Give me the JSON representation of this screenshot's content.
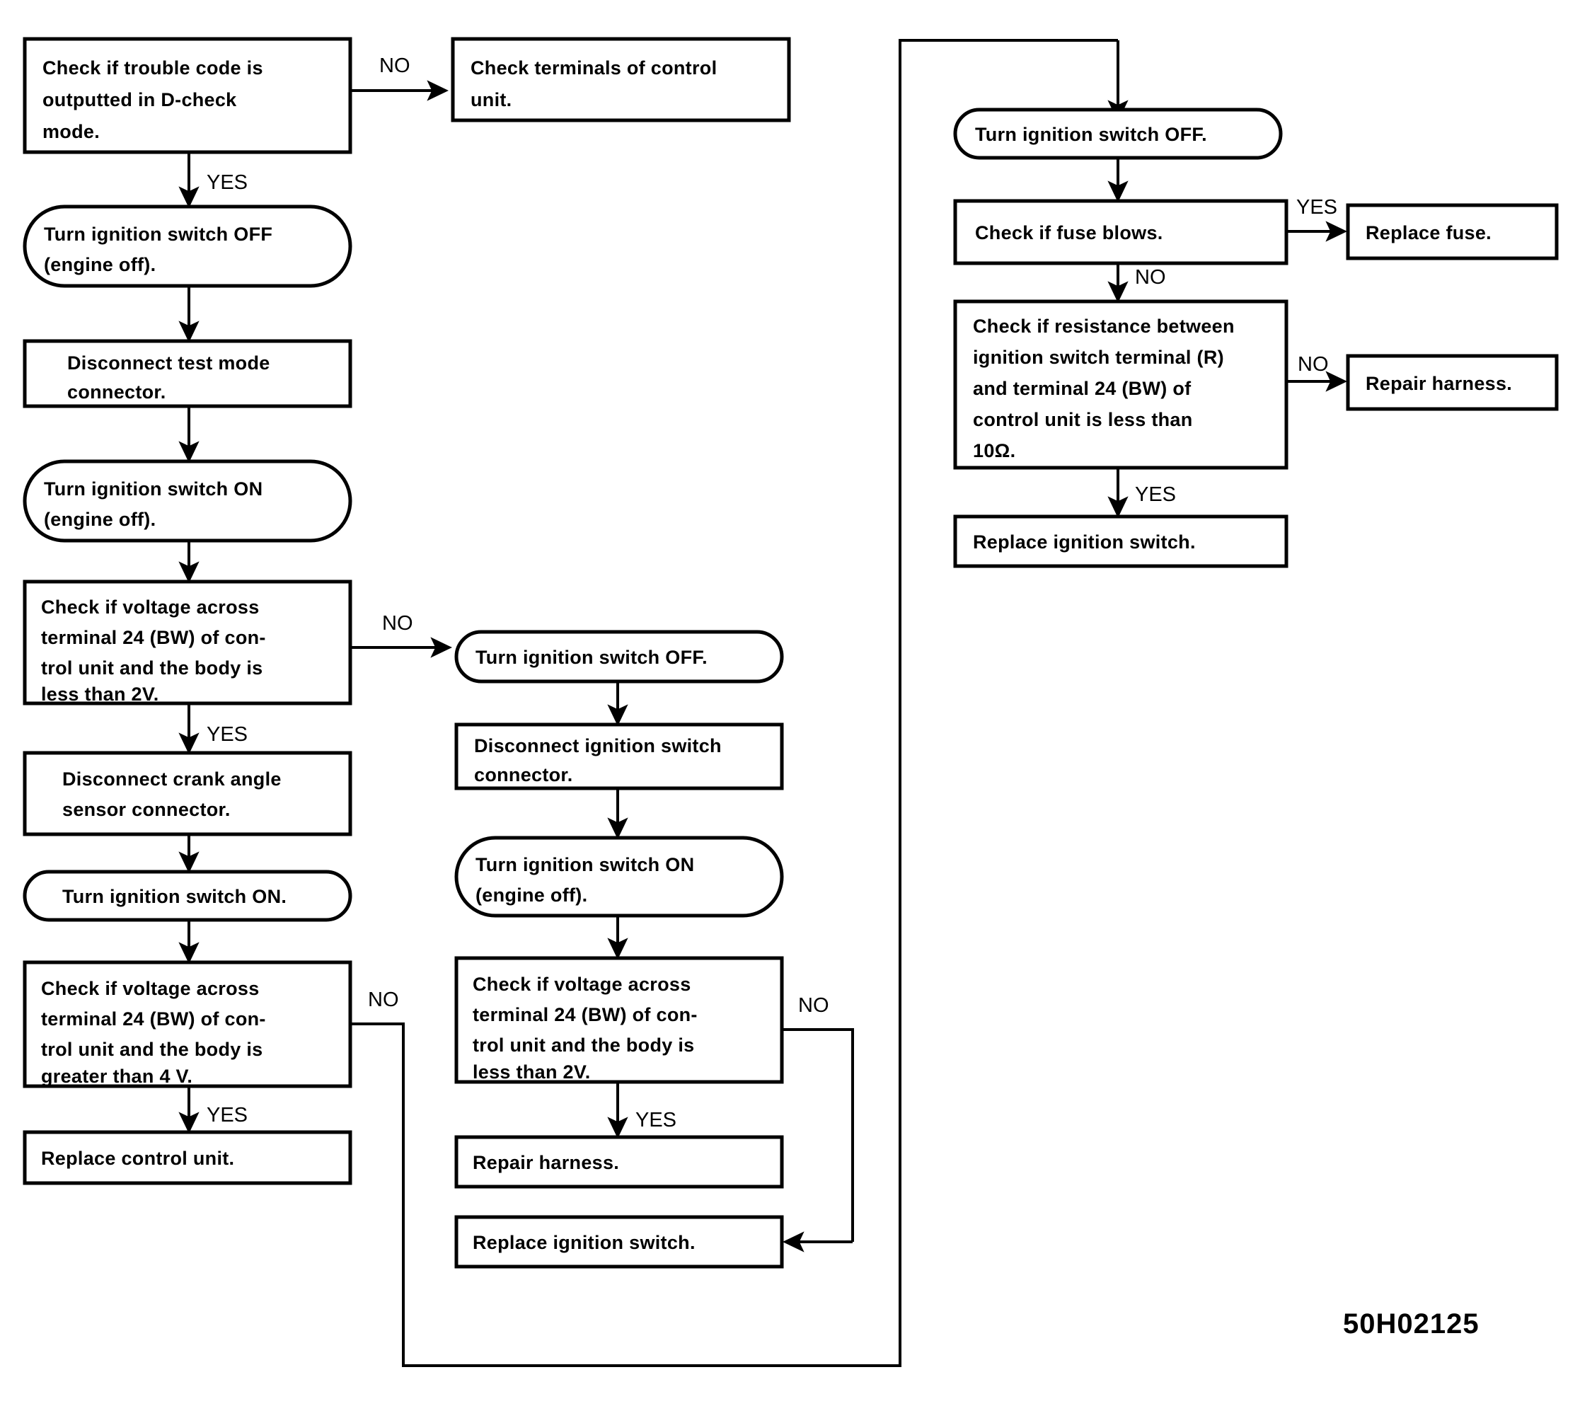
{
  "diagram": {
    "type": "troubleshooting-flowchart",
    "figure_code": "50H02125",
    "decision_labels": {
      "yes": "YES",
      "no": "NO"
    },
    "nodes": [
      {
        "id": "n1",
        "shape": "rect",
        "text": "Check if trouble code is outputted in D-check mode."
      },
      {
        "id": "n2",
        "shape": "rect",
        "text": "Check terminals of control unit."
      },
      {
        "id": "n3",
        "shape": "stadium",
        "text": "Turn ignition switch OFF (engine off)."
      },
      {
        "id": "n4",
        "shape": "rect",
        "text": "Disconnect test mode connector."
      },
      {
        "id": "n5",
        "shape": "stadium",
        "text": "Turn ignition switch ON (engine off)."
      },
      {
        "id": "n6",
        "shape": "rect",
        "text": "Check if voltage across terminal 24 (BW) of control unit and the body is less than 2V."
      },
      {
        "id": "n7",
        "shape": "rect",
        "text": "Disconnect crank angle sensor connector."
      },
      {
        "id": "n8",
        "shape": "stadium",
        "text": "Turn ignition switch ON."
      },
      {
        "id": "n9",
        "shape": "rect",
        "text": "Check if voltage across terminal 24 (BW) of control unit and the body is greater than 4 V."
      },
      {
        "id": "n10",
        "shape": "rect",
        "text": "Replace control unit."
      },
      {
        "id": "n11",
        "shape": "stadium",
        "text": "Turn ignition switch OFF."
      },
      {
        "id": "n12",
        "shape": "rect",
        "text": "Disconnect ignition switch connector."
      },
      {
        "id": "n13",
        "shape": "stadium",
        "text": "Turn ignition switch ON (engine off)."
      },
      {
        "id": "n14",
        "shape": "rect",
        "text": "Check if voltage across terminal 24 (BW) of control unit and the body is less than 2V."
      },
      {
        "id": "n15",
        "shape": "rect",
        "text": "Repair harness."
      },
      {
        "id": "n16",
        "shape": "rect",
        "text": "Replace ignition switch."
      },
      {
        "id": "n17",
        "shape": "stadium",
        "text": "Turn ignition switch OFF."
      },
      {
        "id": "n18",
        "shape": "rect",
        "text": "Check if fuse blows."
      },
      {
        "id": "n19",
        "shape": "rect",
        "text": "Replace fuse."
      },
      {
        "id": "n20",
        "shape": "rect",
        "text": "Check if resistance between ignition switch terminal (R) and terminal 24 (BW) of control unit is less than 10Ω."
      },
      {
        "id": "n21",
        "shape": "rect",
        "text": "Repair harness."
      },
      {
        "id": "n22",
        "shape": "rect",
        "text": "Replace ignition switch."
      }
    ],
    "node_lines": {
      "n1": [
        "Check if trouble code is",
        "outputted in D-check",
        "mode."
      ],
      "n2": [
        "Check terminals of control",
        "unit."
      ],
      "n3": [
        "Turn ignition switch OFF",
        "(engine off)."
      ],
      "n4": [
        "Disconnect test mode",
        "connector."
      ],
      "n5": [
        "Turn ignition switch ON",
        "(engine off)."
      ],
      "n6": [
        "Check if voltage across",
        "terminal 24 (BW) of con-",
        "trol unit and the body is",
        "less than 2V."
      ],
      "n7": [
        "Disconnect crank angle",
        "sensor connector."
      ],
      "n8": [
        "Turn ignition switch ON."
      ],
      "n9": [
        "Check if voltage across",
        "terminal 24 (BW) of con-",
        "trol unit and the body is",
        "greater than 4 V."
      ],
      "n10": [
        "Replace control unit."
      ],
      "n11": [
        "Turn ignition switch OFF."
      ],
      "n12": [
        "Disconnect ignition switch",
        "connector."
      ],
      "n13": [
        "Turn ignition switch ON",
        "(engine off)."
      ],
      "n14": [
        "Check if voltage across",
        "terminal 24 (BW) of con-",
        "trol unit and the body is",
        "less than 2V."
      ],
      "n15": [
        "Repair harness."
      ],
      "n16": [
        "Replace ignition switch."
      ],
      "n17": [
        "Turn ignition switch OFF."
      ],
      "n18": [
        "Check if fuse blows."
      ],
      "n19": [
        "Replace fuse."
      ],
      "n20": [
        "Check if resistance between",
        "ignition switch terminal (R)",
        "and terminal 24 (BW) of",
        "control unit is less than",
        "10Ω."
      ],
      "n21": [
        "Repair harness."
      ],
      "n22": [
        "Replace ignition switch."
      ]
    },
    "edge_labels": [
      {
        "id": "e1",
        "text": "NO",
        "from": "n1",
        "to": "n2"
      },
      {
        "id": "e2",
        "text": "YES",
        "from": "n1",
        "to": "n3"
      },
      {
        "id": "e3",
        "text": "NO",
        "from": "n6",
        "to": "n11"
      },
      {
        "id": "e4",
        "text": "YES",
        "from": "n6",
        "to": "n7"
      },
      {
        "id": "e5",
        "text": "NO",
        "from": "n9",
        "to": "n17"
      },
      {
        "id": "e6",
        "text": "YES",
        "from": "n9",
        "to": "n10"
      },
      {
        "id": "e7",
        "text": "NO",
        "from": "n14",
        "to": "n16"
      },
      {
        "id": "e8",
        "text": "YES",
        "from": "n14",
        "to": "n15"
      },
      {
        "id": "e9",
        "text": "YES",
        "from": "n18",
        "to": "n19"
      },
      {
        "id": "e10",
        "text": "NO",
        "from": "n18",
        "to": "n20"
      },
      {
        "id": "e11",
        "text": "NO",
        "from": "n20",
        "to": "n21"
      },
      {
        "id": "e12",
        "text": "YES",
        "from": "n20",
        "to": "n22"
      }
    ],
    "colors": {
      "line": "#000000",
      "fill": "#ffffff",
      "text": "#000000"
    }
  }
}
